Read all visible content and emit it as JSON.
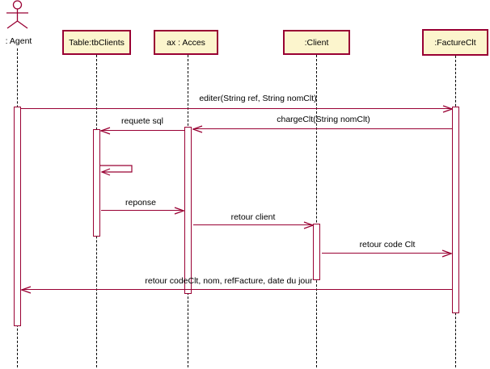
{
  "diagram": {
    "type": "uml-sequence-diagram",
    "actor": {
      "label": ": Agent"
    },
    "objects": [
      {
        "label": "Table:tbClients"
      },
      {
        "label": "ax : Acces"
      },
      {
        "label": ":Client"
      },
      {
        "label": ":FactureClt"
      }
    ],
    "messages": [
      {
        "label": "editer(String ref, String nomClt)",
        "from": ": Agent",
        "to": ":FactureClt",
        "direction": "right"
      },
      {
        "label": "chargeClt(String nomClt)",
        "from": ":FactureClt",
        "to": "ax : Acces",
        "direction": "left"
      },
      {
        "label": "requete sql",
        "from": "ax : Acces",
        "to": "Table:tbClients",
        "direction": "left"
      },
      {
        "label": "",
        "from": "Table:tbClients",
        "to": "Table:tbClients",
        "direction": "self"
      },
      {
        "label": "reponse",
        "from": "Table:tbClients",
        "to": "ax : Acces",
        "direction": "right"
      },
      {
        "label": "retour client",
        "from": "ax : Acces",
        "to": ":Client",
        "direction": "right"
      },
      {
        "label": "retour code Clt",
        "from": ":Client",
        "to": ":FactureClt",
        "direction": "right"
      },
      {
        "label": "retour codeClt, nom, refFacture, date du jour",
        "from": ":FactureClt",
        "to": ": Agent",
        "direction": "left"
      }
    ],
    "colors": {
      "line": "#990033",
      "box_fill": "#FCF5CD",
      "box_border": "#990033",
      "lifeline": "#000000",
      "text": "#000000",
      "background": "#FFFFFF"
    }
  }
}
